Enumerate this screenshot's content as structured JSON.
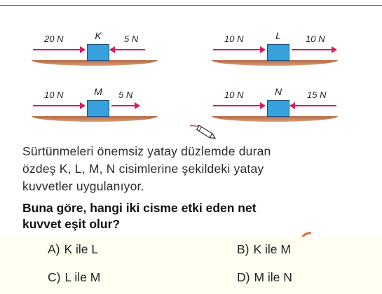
{
  "diagrams": [
    {
      "object": "K",
      "left_force": "20 N",
      "right_force": "5 N"
    },
    {
      "object": "L",
      "left_force": "10 N",
      "right_force": "10 N"
    },
    {
      "object": "M",
      "left_force": "10 N",
      "right_force": "5 N"
    },
    {
      "object": "N",
      "left_force": "10 N",
      "right_force": "15 N"
    }
  ],
  "text": {
    "line1": "Sürtünmeleri önemsiz yatay düzlemde duran",
    "line2": "özdeş K, L, M, N cisimlerine şekildeki yatay",
    "line3": "kuvvetler uygulanıyor."
  },
  "question": {
    "line1": "Buna göre, hangi iki cisme etki eden net",
    "line2": "kuvvet eşit olur?"
  },
  "options": [
    {
      "key": "A)",
      "text": "K ile L"
    },
    {
      "key": "B)",
      "text": "K ile M"
    },
    {
      "key": "C)",
      "text": "L ile M"
    },
    {
      "key": "D)",
      "text": "M ile N"
    }
  ],
  "colors": {
    "box": "#36a1dc",
    "arrow": "#d81b60",
    "ground": "#b3663f"
  },
  "icons": [
    "pencil-icon"
  ]
}
